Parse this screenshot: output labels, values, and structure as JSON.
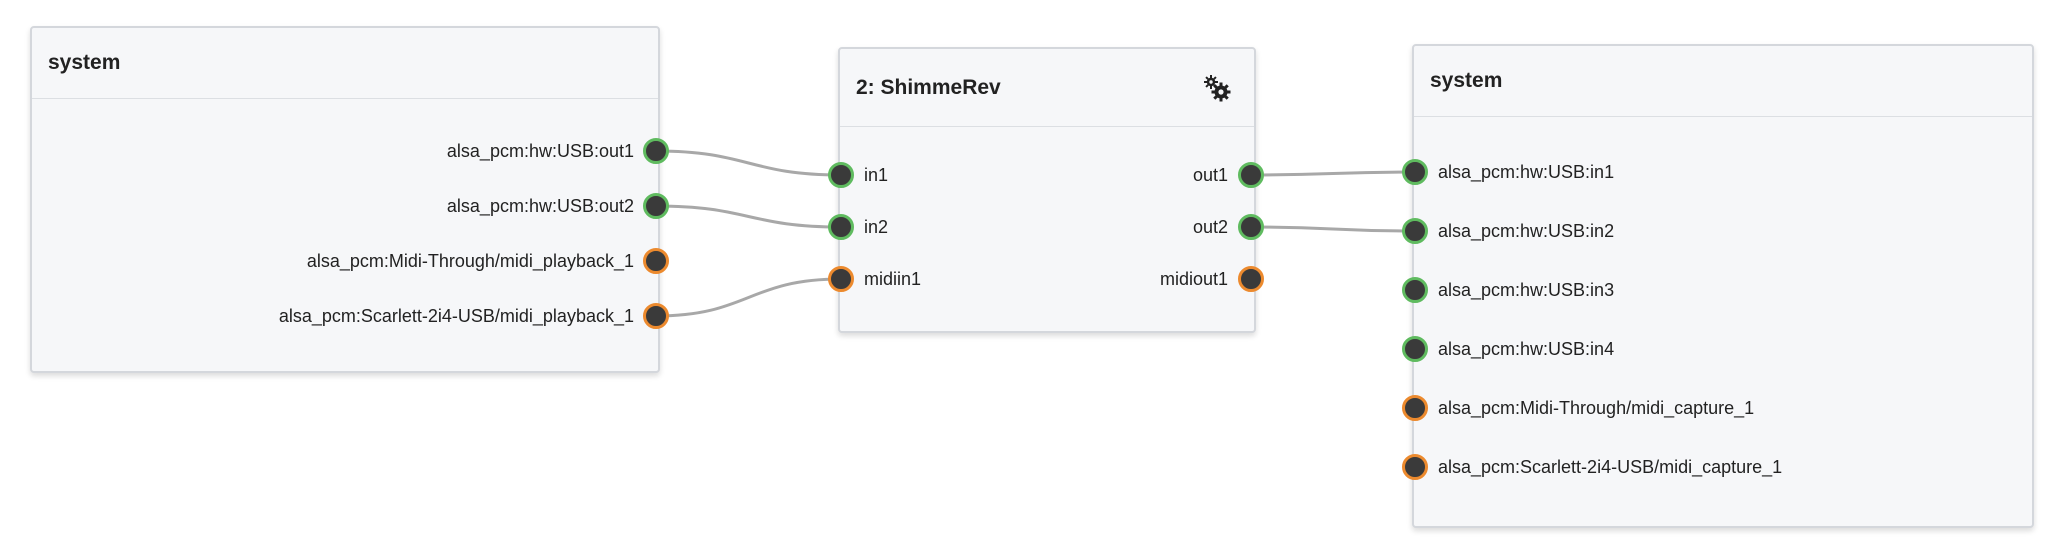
{
  "colors": {
    "audio_port": "#5fbb5f",
    "midi_port": "#ec8a2e",
    "port_fill": "#3a3a3a",
    "wire": "#a8a8a8",
    "node_bg": "#f6f7f9",
    "node_border": "#d4d7dc"
  },
  "nodes": {
    "capture": {
      "title": "system",
      "ports": [
        {
          "label": "alsa_pcm:hw:USB:out1",
          "type": "audio",
          "direction": "out"
        },
        {
          "label": "alsa_pcm:hw:USB:out2",
          "type": "audio",
          "direction": "out"
        },
        {
          "label": "alsa_pcm:Midi-Through/midi_playback_1",
          "type": "midi",
          "direction": "out"
        },
        {
          "label": "alsa_pcm:Scarlett-2i4-USB/midi_playback_1",
          "type": "midi",
          "direction": "out"
        }
      ]
    },
    "plugin": {
      "title": "2: ShimmeRev",
      "settings_icon": "gears-icon",
      "inputs": [
        {
          "label": "in1",
          "type": "audio"
        },
        {
          "label": "in2",
          "type": "audio"
        },
        {
          "label": "midiin1",
          "type": "midi"
        }
      ],
      "outputs": [
        {
          "label": "out1",
          "type": "audio"
        },
        {
          "label": "out2",
          "type": "audio"
        },
        {
          "label": "midiout1",
          "type": "midi"
        }
      ]
    },
    "playback": {
      "title": "system",
      "ports": [
        {
          "label": "alsa_pcm:hw:USB:in1",
          "type": "audio",
          "direction": "in"
        },
        {
          "label": "alsa_pcm:hw:USB:in2",
          "type": "audio",
          "direction": "in"
        },
        {
          "label": "alsa_pcm:hw:USB:in3",
          "type": "audio",
          "direction": "in"
        },
        {
          "label": "alsa_pcm:hw:USB:in4",
          "type": "audio",
          "direction": "in"
        },
        {
          "label": "alsa_pcm:Midi-Through/midi_capture_1",
          "type": "midi",
          "direction": "in"
        },
        {
          "label": "alsa_pcm:Scarlett-2i4-USB/midi_capture_1",
          "type": "midi",
          "direction": "in"
        }
      ]
    }
  },
  "connections": [
    {
      "from": "capture.ports.0",
      "to": "plugin.inputs.0"
    },
    {
      "from": "capture.ports.1",
      "to": "plugin.inputs.1"
    },
    {
      "from": "capture.ports.3",
      "to": "plugin.inputs.2"
    },
    {
      "from": "plugin.outputs.0",
      "to": "playback.ports.0"
    },
    {
      "from": "plugin.outputs.1",
      "to": "playback.ports.1"
    }
  ]
}
